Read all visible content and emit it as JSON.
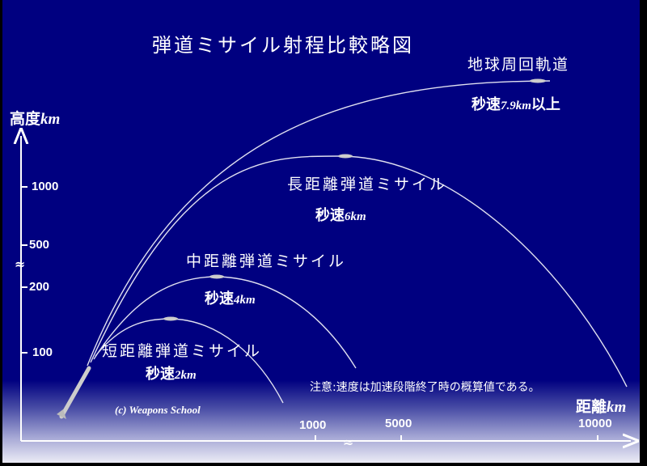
{
  "title": "弾道ミサイル射程比較略図",
  "y_axis": {
    "label": "高度",
    "unit": "km",
    "ticks": [
      "1000",
      "500",
      "200",
      "100"
    ]
  },
  "x_axis": {
    "label": "距離",
    "unit": "km",
    "ticks": [
      "1000",
      "5000",
      "10000"
    ]
  },
  "trajectories": [
    {
      "name": "地球周回軌道",
      "speed_prefix": "秒速",
      "speed": "7.9km",
      "speed_suffix": "以上"
    },
    {
      "name": "長距離弾道ミサイル",
      "speed_prefix": "秒速",
      "speed": "6km"
    },
    {
      "name": "中距離弾道ミサイル",
      "speed_prefix": "秒速",
      "speed": "4km"
    },
    {
      "name": "短距離弾道ミサイル",
      "speed_prefix": "秒速",
      "speed": "2km"
    }
  ],
  "note": "注意:速度は加速段階終了時の概算値である。",
  "copyright": "(c) Weapons School",
  "colors": {
    "background": "#000080",
    "line": "#e0e0f0"
  }
}
